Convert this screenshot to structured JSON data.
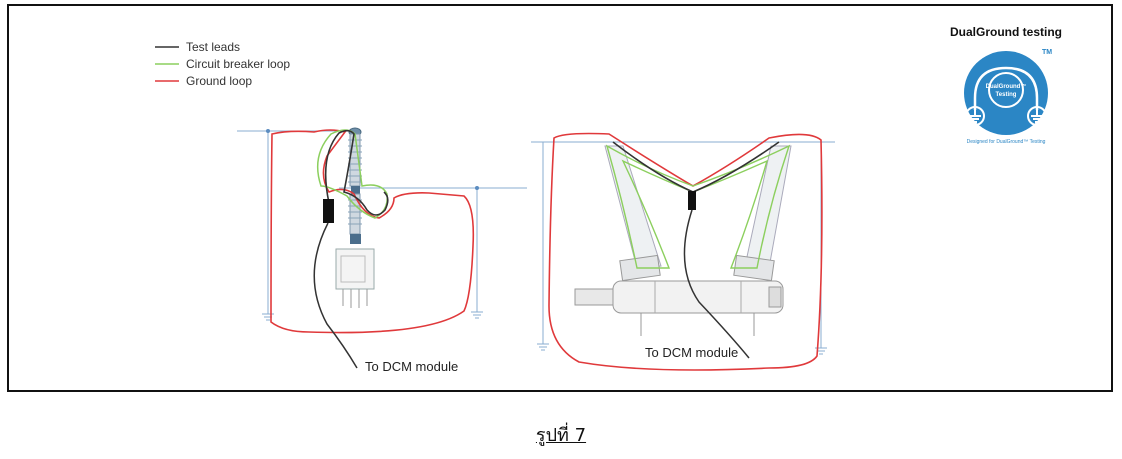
{
  "legend": {
    "items": [
      {
        "label": "Test leads",
        "color": "#333333"
      },
      {
        "label": "Circuit breaker loop",
        "color": "#8ccf5e"
      },
      {
        "label": "Ground loop",
        "color": "#e0393b"
      }
    ]
  },
  "badge": {
    "title": "DualGround testing",
    "circle_text_line1": "DualGround™",
    "circle_text_line2": "Testing",
    "tm": "TM",
    "footer": "Designed for DualGround™ Testing",
    "color": "#2b86c5"
  },
  "diagram_left": {
    "dcm_label": "To DCM module"
  },
  "diagram_right": {
    "dcm_label": "To DCM module"
  },
  "caption": "รูปที่ 7"
}
